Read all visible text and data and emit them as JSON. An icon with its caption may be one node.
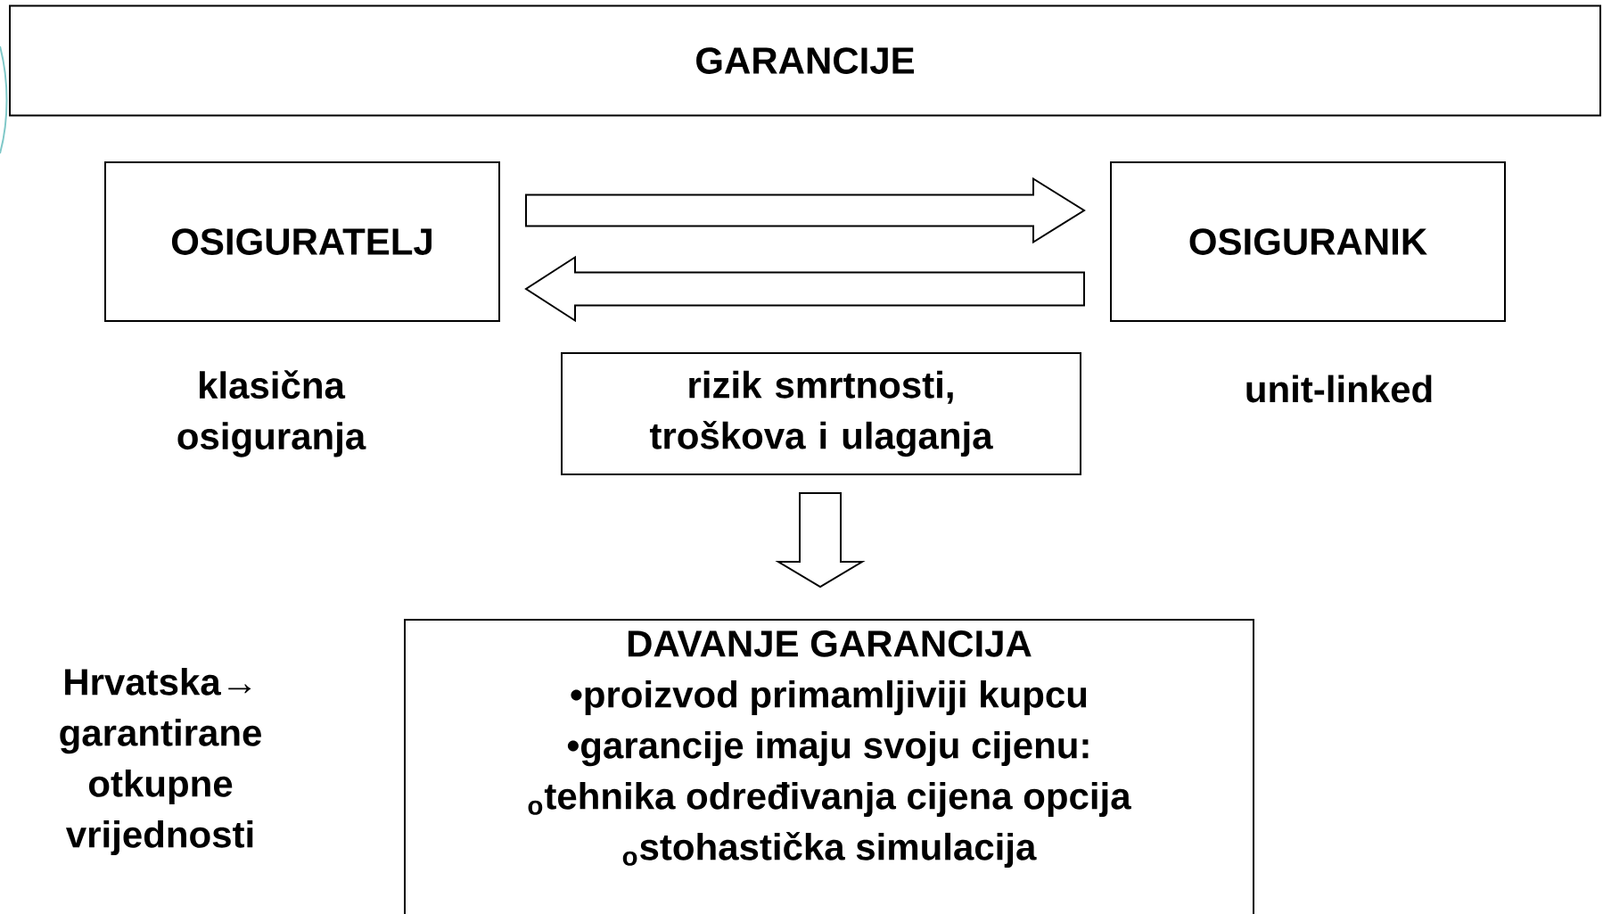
{
  "diagram": {
    "nodes": [
      {
        "text": [
          "GARANCIJE"
        ]
      },
      {
        "text": [
          "OSIGURATELJ"
        ]
      },
      {
        "text": [
          "OSIGURANIK"
        ]
      },
      {
        "text": [
          "rizik smrtnosti, troškova i ulaganja"
        ]
      },
      {
        "text": [
          "DAVANJE GARANCIJA",
          "•proizvod primamljiviji kupcu",
          "•garancije imaju svoju cijenu:",
          "$_{o}$tehnika određivanja cijena opcija",
          "$_{o}$stohastička simulacija"
        ]
      }
    ],
    "edges": [
      {
        "from": 1,
        "to": 2,
        "arrow": "to"
      },
      {
        "from": 2,
        "to": 1,
        "arrow": "to"
      },
      {
        "from": 3,
        "to": 4,
        "arrow": "to"
      }
    ],
    "labels": [
      "klasična osiguranja",
      "unit-linked",
      "Hrvatska→ garantirane otkupne vrijednosti"
    ]
  }
}
